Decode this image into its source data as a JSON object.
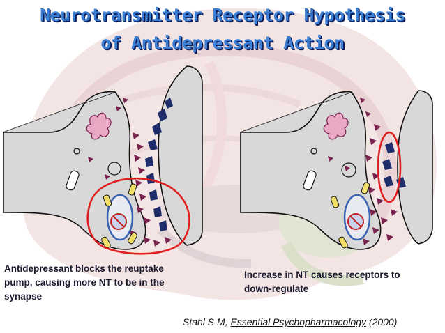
{
  "title": {
    "line1": "Neurotransmitter Receptor Hypothesis",
    "line2": "of Antidepressant Action"
  },
  "captions": {
    "left": "Antidepressant blocks the reuptake\npump, causing more NT to be in the\nsynapse",
    "right": "Increase in NT causes receptors to\ndown-regulate"
  },
  "citation": {
    "author": "Stahl S M, ",
    "book": "Essential Psychopharmacology",
    "year": " (2000)"
  },
  "colors": {
    "title": "#3b7fd4",
    "title_shadow": "#0b1f5c",
    "neuron_fill": "#d8d8d8",
    "receptor": "#1f2d6b",
    "neurotransmitter": "#7a2250",
    "highlight_ring": "#e02020",
    "pump_ring": "#3a62b0",
    "drug": "#f1df6a"
  },
  "icons": [
    "brain-background",
    "presynaptic-neuron",
    "postsynaptic-neuron",
    "receptor-icon",
    "neurotransmitter-icon",
    "reuptake-pump-icon",
    "enzyme-icon",
    "vesicle-icon",
    "antidepressant-drug-icon"
  ]
}
